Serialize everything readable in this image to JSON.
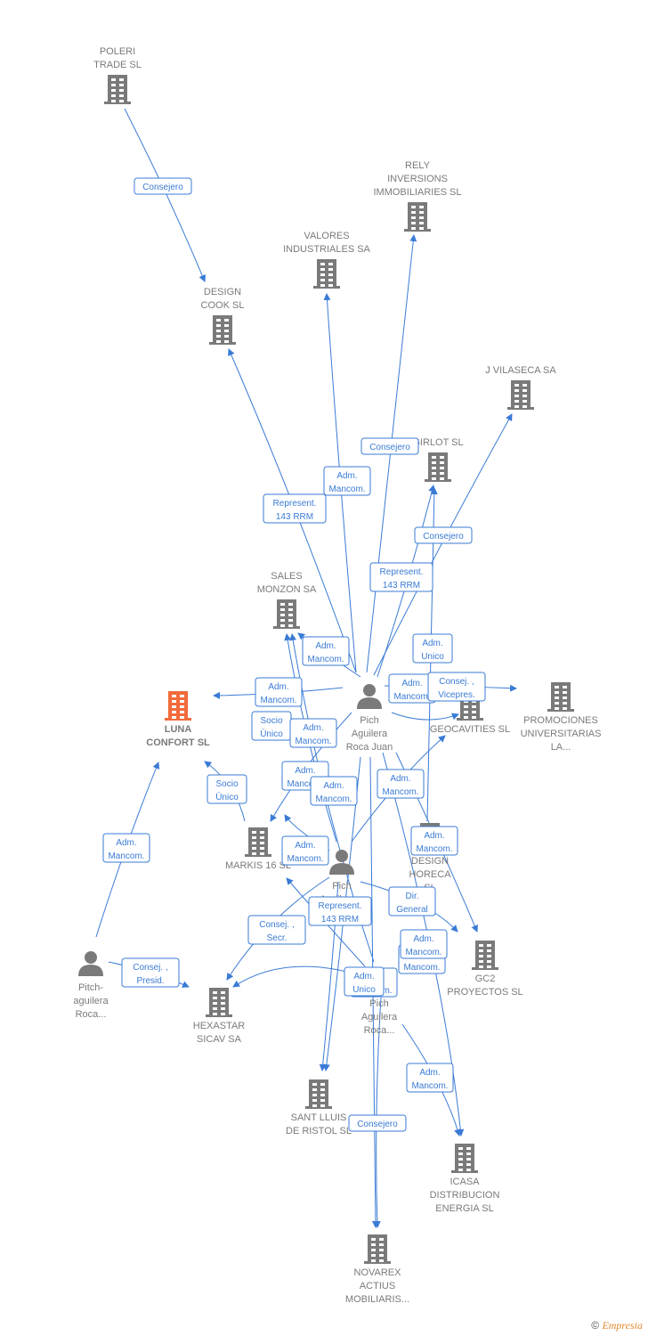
{
  "colors": {
    "edge": "#3a7bd5",
    "node": "#7a7a7a",
    "focus": "#f26b3a",
    "label_bg": "#ffffff"
  },
  "nodes": [
    {
      "id": "poleri",
      "type": "company",
      "icon": "building-icon",
      "lines": [
        "POLERI",
        "TRADE  SL"
      ]
    },
    {
      "id": "rely",
      "type": "company",
      "icon": "building-icon",
      "lines": [
        "RELY",
        "INVERSIONS",
        "IMMOBILIARIES SL"
      ]
    },
    {
      "id": "valores",
      "type": "company",
      "icon": "building-icon",
      "lines": [
        "VALORES",
        "INDUSTRIALES SA"
      ]
    },
    {
      "id": "design_cook",
      "type": "company",
      "icon": "building-icon",
      "lines": [
        "DESIGN",
        "COOK  SL"
      ]
    },
    {
      "id": "vilaseca",
      "type": "company",
      "icon": "building-icon",
      "lines": [
        "J VILASECA SA"
      ]
    },
    {
      "id": "girlot",
      "type": "company",
      "icon": "building-icon",
      "lines": [
        "GIRLOT  SL"
      ]
    },
    {
      "id": "sales_monzon",
      "type": "company",
      "icon": "building-icon",
      "lines": [
        "SALES",
        "MONZON SA"
      ]
    },
    {
      "id": "luna",
      "type": "company",
      "icon": "building-icon",
      "focus": true,
      "lines": [
        "LUNA",
        "CONFORT  SL"
      ]
    },
    {
      "id": "pich_juan",
      "type": "person",
      "icon": "person-icon",
      "lines": [
        "Pich",
        "Aguilera",
        "Roca Juan"
      ]
    },
    {
      "id": "geocavities",
      "type": "company",
      "icon": "building-icon",
      "lines": [
        "GEOCAVITIES SL"
      ]
    },
    {
      "id": "promociones",
      "type": "company",
      "icon": "building-icon",
      "lines": [
        "PROMOCIONES",
        "UNIVERSITARIAS",
        "LA..."
      ]
    },
    {
      "id": "markis",
      "type": "company",
      "icon": "building-icon",
      "lines": [
        "MARKIS 16 SL"
      ]
    },
    {
      "id": "pich2",
      "type": "person",
      "icon": "person-icon",
      "lines": [
        "Pich",
        "Aguilera..."
      ]
    },
    {
      "id": "design_horeca",
      "type": "company",
      "icon": "building-icon",
      "lines": [
        "DESIGN",
        "HORECA",
        "SL"
      ]
    },
    {
      "id": "gc2",
      "type": "company",
      "icon": "building-icon",
      "lines": [
        "GC2",
        "PROYECTOS SL"
      ]
    },
    {
      "id": "pitch",
      "type": "person",
      "icon": "person-icon",
      "lines": [
        "Pitch-",
        "aguilera",
        "Roca..."
      ]
    },
    {
      "id": "hexastar",
      "type": "company",
      "icon": "building-icon",
      "lines": [
        "HEXASTAR",
        "SICAV SA"
      ]
    },
    {
      "id": "pich3",
      "type": "person",
      "icon": "person-icon",
      "lines": [
        "Pich",
        "Aguilera",
        "Roca..."
      ]
    },
    {
      "id": "sant_lluis",
      "type": "company",
      "icon": "building-icon",
      "lines": [
        "SANT LLUIS",
        "DE RISTOL  SL"
      ]
    },
    {
      "id": "icasa",
      "type": "company",
      "icon": "building-icon",
      "lines": [
        "ICASA",
        "DISTRIBUCION",
        "ENERGIA SL"
      ]
    },
    {
      "id": "novarex",
      "type": "company",
      "icon": "building-icon",
      "lines": [
        "NOVAREX",
        "ACTIUS",
        "MOBILIARIS..."
      ]
    }
  ],
  "edges": [
    {
      "from": "poleri",
      "to": "design_cook"
    },
    {
      "from": "pich_juan",
      "to": "design_cook"
    },
    {
      "from": "pich_juan",
      "to": "valores"
    },
    {
      "from": "pich_juan",
      "to": "rely"
    },
    {
      "from": "pich_juan",
      "to": "vilaseca"
    },
    {
      "from": "pich_juan",
      "to": "girlot"
    },
    {
      "from": "pich_juan",
      "to": "sales_monzon"
    },
    {
      "from": "pich_juan",
      "to": "luna"
    },
    {
      "from": "pich_juan",
      "to": "promociones"
    },
    {
      "from": "pich_juan",
      "to": "markis"
    },
    {
      "from": "pich_juan",
      "to": "geocavities"
    },
    {
      "from": "pich_juan",
      "to": "gc2"
    },
    {
      "from": "pich_juan",
      "to": "novarex"
    },
    {
      "from": "pich_juan",
      "to": "sant_lluis"
    },
    {
      "from": "pich_juan",
      "to": "icasa"
    },
    {
      "from": "pich2",
      "to": "sales_monzon"
    },
    {
      "from": "pich2",
      "to": "geocavities"
    },
    {
      "from": "pich2",
      "to": "hexastar"
    },
    {
      "from": "pich2",
      "to": "gc2"
    },
    {
      "from": "pich2",
      "to": "sant_lluis"
    },
    {
      "from": "pich2",
      "to": "markis"
    },
    {
      "from": "pich3",
      "to": "girlot"
    },
    {
      "from": "pich3",
      "to": "sales_monzon"
    },
    {
      "from": "pich3",
      "to": "markis"
    },
    {
      "from": "pich3",
      "to": "hexastar"
    },
    {
      "from": "pich3",
      "to": "novarex"
    },
    {
      "from": "pich3",
      "to": "icasa"
    },
    {
      "from": "pitch",
      "to": "luna"
    },
    {
      "from": "pitch",
      "to": "hexastar"
    },
    {
      "from": "markis",
      "to": "luna"
    }
  ],
  "edge_labels": [
    {
      "lines": [
        "Consejero"
      ]
    },
    {
      "lines": [
        "Consejero"
      ]
    },
    {
      "lines": [
        "Adm.",
        "Mancom."
      ]
    },
    {
      "lines": [
        "Represent.",
        "143 RRM"
      ]
    },
    {
      "lines": [
        "Consejero"
      ]
    },
    {
      "lines": [
        "Represent.",
        "143 RRM"
      ]
    },
    {
      "lines": [
        "Adm.",
        "Mancom."
      ]
    },
    {
      "lines": [
        "Adm.",
        "Unico"
      ]
    },
    {
      "lines": [
        "Adm.",
        "Mancom."
      ]
    },
    {
      "lines": [
        "Adm.",
        "Mancom."
      ]
    },
    {
      "lines": [
        "Consej. ,",
        "Vicepres."
      ]
    },
    {
      "lines": [
        "Socio",
        "Único"
      ]
    },
    {
      "lines": [
        "Adm.",
        "Mancom."
      ]
    },
    {
      "lines": [
        "Adm.",
        "Mancom."
      ]
    },
    {
      "lines": [
        "Adm.",
        "Mancom."
      ]
    },
    {
      "lines": [
        "Adm.",
        "Mancom."
      ]
    },
    {
      "lines": [
        "Socio",
        "Único"
      ]
    },
    {
      "lines": [
        "Adm.",
        "Mancom."
      ]
    },
    {
      "lines": [
        "Adm.",
        "Mancom."
      ]
    },
    {
      "lines": [
        "Adm.",
        "Mancom."
      ]
    },
    {
      "lines": [
        "Adm.",
        "Mancom."
      ]
    },
    {
      "lines": [
        "Consej. ,",
        "Secr."
      ]
    },
    {
      "lines": [
        "Represent.",
        "143 RRM"
      ]
    },
    {
      "lines": [
        "Dir.",
        "General"
      ]
    },
    {
      "lines": [
        "Adm.",
        "Mancom."
      ]
    },
    {
      "lines": [
        "Adm.",
        "Mancom."
      ]
    },
    {
      "lines": [
        "Consej. ,",
        "Presid."
      ]
    },
    {
      "lines": [
        "Adm.",
        "Unico"
      ]
    },
    {
      "lines": [
        "Adm.",
        "Mancom."
      ]
    },
    {
      "lines": [
        "Consejero"
      ]
    }
  ],
  "copyright": {
    "symbol": "©",
    "brand": "Empresia"
  }
}
